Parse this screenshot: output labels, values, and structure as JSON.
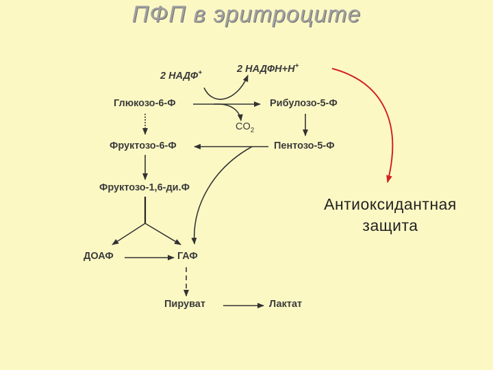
{
  "title": "ПФП в эритроците",
  "nodes": {
    "nadp": "2 НАДФ",
    "nadp_sup": "+",
    "nadph": "2 НАДФН+Н",
    "nadph_sup": "+",
    "glucose6p": "Глюкозо-6-Ф",
    "ribulose5p": "Рибулозо-5-Ф",
    "co2": "CO",
    "co2_sub": "2",
    "fructose6p": "Фруктозо-6-Ф",
    "pentose5p": "Пентозо-5-Ф",
    "fructose16bp": "Фруктозо-1,6-ди.Ф",
    "dhap": "ДОАФ",
    "gap": "ГАФ",
    "pyruvate": "Пируват",
    "lactate": "Лактат"
  },
  "side_label": {
    "line1": "Антиоксидантная",
    "line2": "защита"
  },
  "colors": {
    "background": "#fbf8c4",
    "arrow": "#333333",
    "highlight_arrow": "#d42020"
  }
}
